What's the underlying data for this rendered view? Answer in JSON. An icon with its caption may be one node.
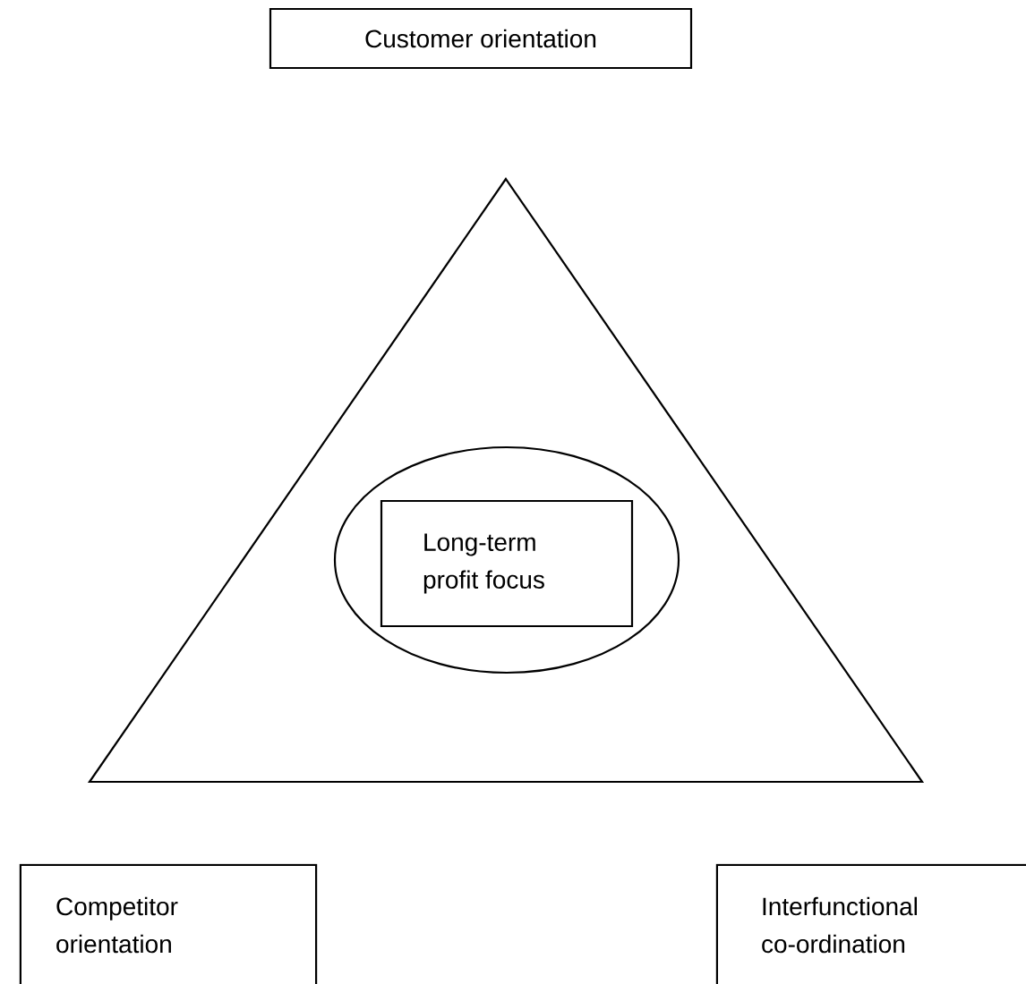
{
  "diagram": {
    "nodes": [
      {
        "text": [
          "Customer orientation"
        ]
      },
      {
        "text": [],
        "shape": "triangle"
      },
      {
        "text": [],
        "shape": "ellipse",
        "in": 1
      },
      {
        "text": [
          "Long-term profit focus"
        ],
        "in": 2
      },
      {
        "text": [
          "Competitor orientation"
        ]
      },
      {
        "text": [
          "Interfunctional co-ordination"
        ]
      }
    ]
  }
}
